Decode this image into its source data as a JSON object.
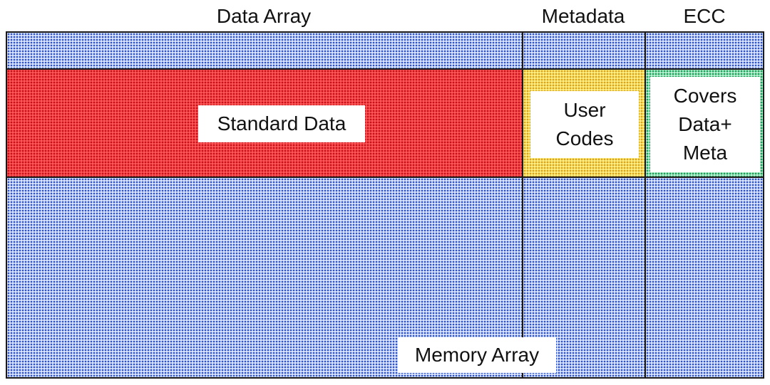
{
  "headers": {
    "data_array": "Data Array",
    "metadata": "Metadata",
    "ecc": "ECC"
  },
  "labels": {
    "standard_data": "Standard Data",
    "user_codes": "User\nCodes",
    "ecc_covers": "Covers\nData+\nMeta",
    "memory_array": "Memory Array"
  },
  "colors": {
    "memory_dots": "#2a52d6",
    "standard_data_fill": "#c8101a",
    "metadata_fill": "#d9a516",
    "ecc_fill": "#1aa35a",
    "border": "#1a1a1a"
  }
}
